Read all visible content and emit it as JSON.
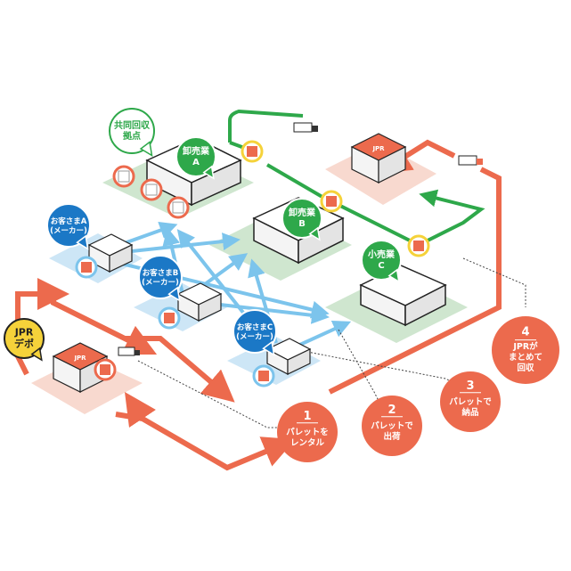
{
  "colors": {
    "orange": "#ec6a4d",
    "green": "#2ea84a",
    "blue_arrow": "#7cc4ec",
    "platform_green": "#cfe6cf",
    "platform_blue": "#cde6f6",
    "platform_pink": "#f8d9cf",
    "yellow": "#f5d23a"
  },
  "nodes": {
    "hub_bubble": "共同回収\n拠点",
    "wholesaler_a": "卸売業\nA",
    "wholesaler_b": "卸売業\nB",
    "retailer_c": "小売業\nC",
    "customer_a": "お客さまA\n(メーカー)",
    "customer_b": "お客さまB\n(メーカー)",
    "customer_c": "お客さまC\n(メーカー)",
    "jpr_depot": "JPR\nデポ",
    "depot_sign": "JPR",
    "hub_sign": "JPR"
  },
  "steps": [
    {
      "num": "1",
      "text": "パレットを\nレンタル"
    },
    {
      "num": "2",
      "text": "パレットで\n出荷"
    },
    {
      "num": "3",
      "text": "パレットで\n納品"
    },
    {
      "num": "4",
      "text": "JPRが\nまとめて\n回収"
    }
  ]
}
